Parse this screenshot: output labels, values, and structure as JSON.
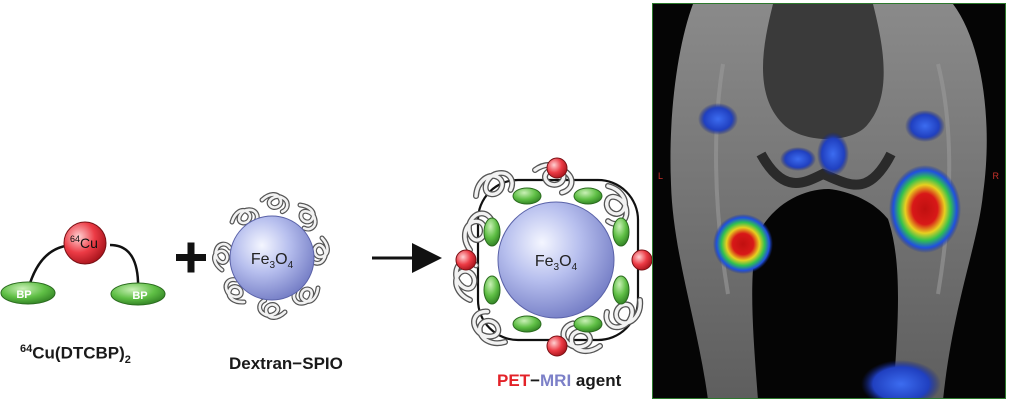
{
  "molecule_label": {
    "pre": "64",
    "main": "Cu(DTCBP)",
    "sub": "2"
  },
  "spio_label": "Dextran−SPIO",
  "agent_label": {
    "pet": "PET",
    "dash": "−",
    "mri": "MRI",
    "rest": " agent"
  },
  "cu_label": {
    "sup": "64",
    "text": "Cu"
  },
  "bp_label": "BP",
  "core_label": {
    "a": "Fe",
    "b": "3",
    "c": "O",
    "d": "4"
  },
  "mri_orientation": {
    "left": "L",
    "right": "R"
  },
  "colors": {
    "pet_red": "#e32228",
    "mri_blue": "#7c80c8",
    "bp_green": "#4caf3a",
    "sphere": "#a9b3e6"
  }
}
